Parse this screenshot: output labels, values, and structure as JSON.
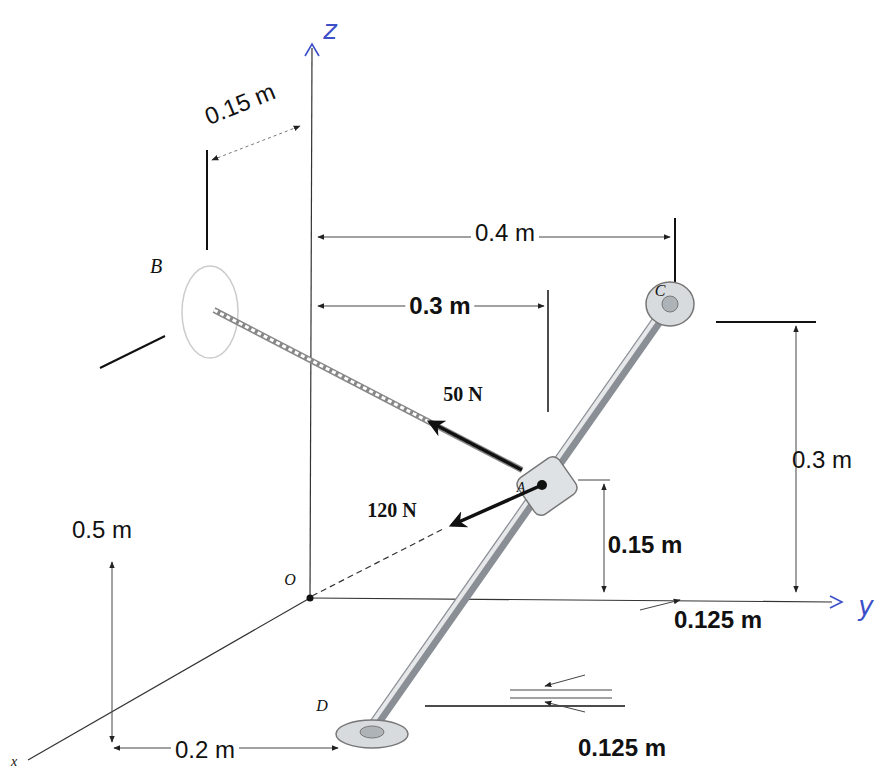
{
  "diagram": {
    "labels": [
      "z",
      "0.15 m",
      "0.4 m",
      "B",
      "0.3 m",
      "C",
      "0.3 m",
      "50 N",
      "A",
      "120 N",
      "0.15 m",
      "0.5 m",
      "O",
      "y",
      "0.125 m",
      "D",
      "0.2 m",
      "0.125 m",
      "x"
    ]
  }
}
